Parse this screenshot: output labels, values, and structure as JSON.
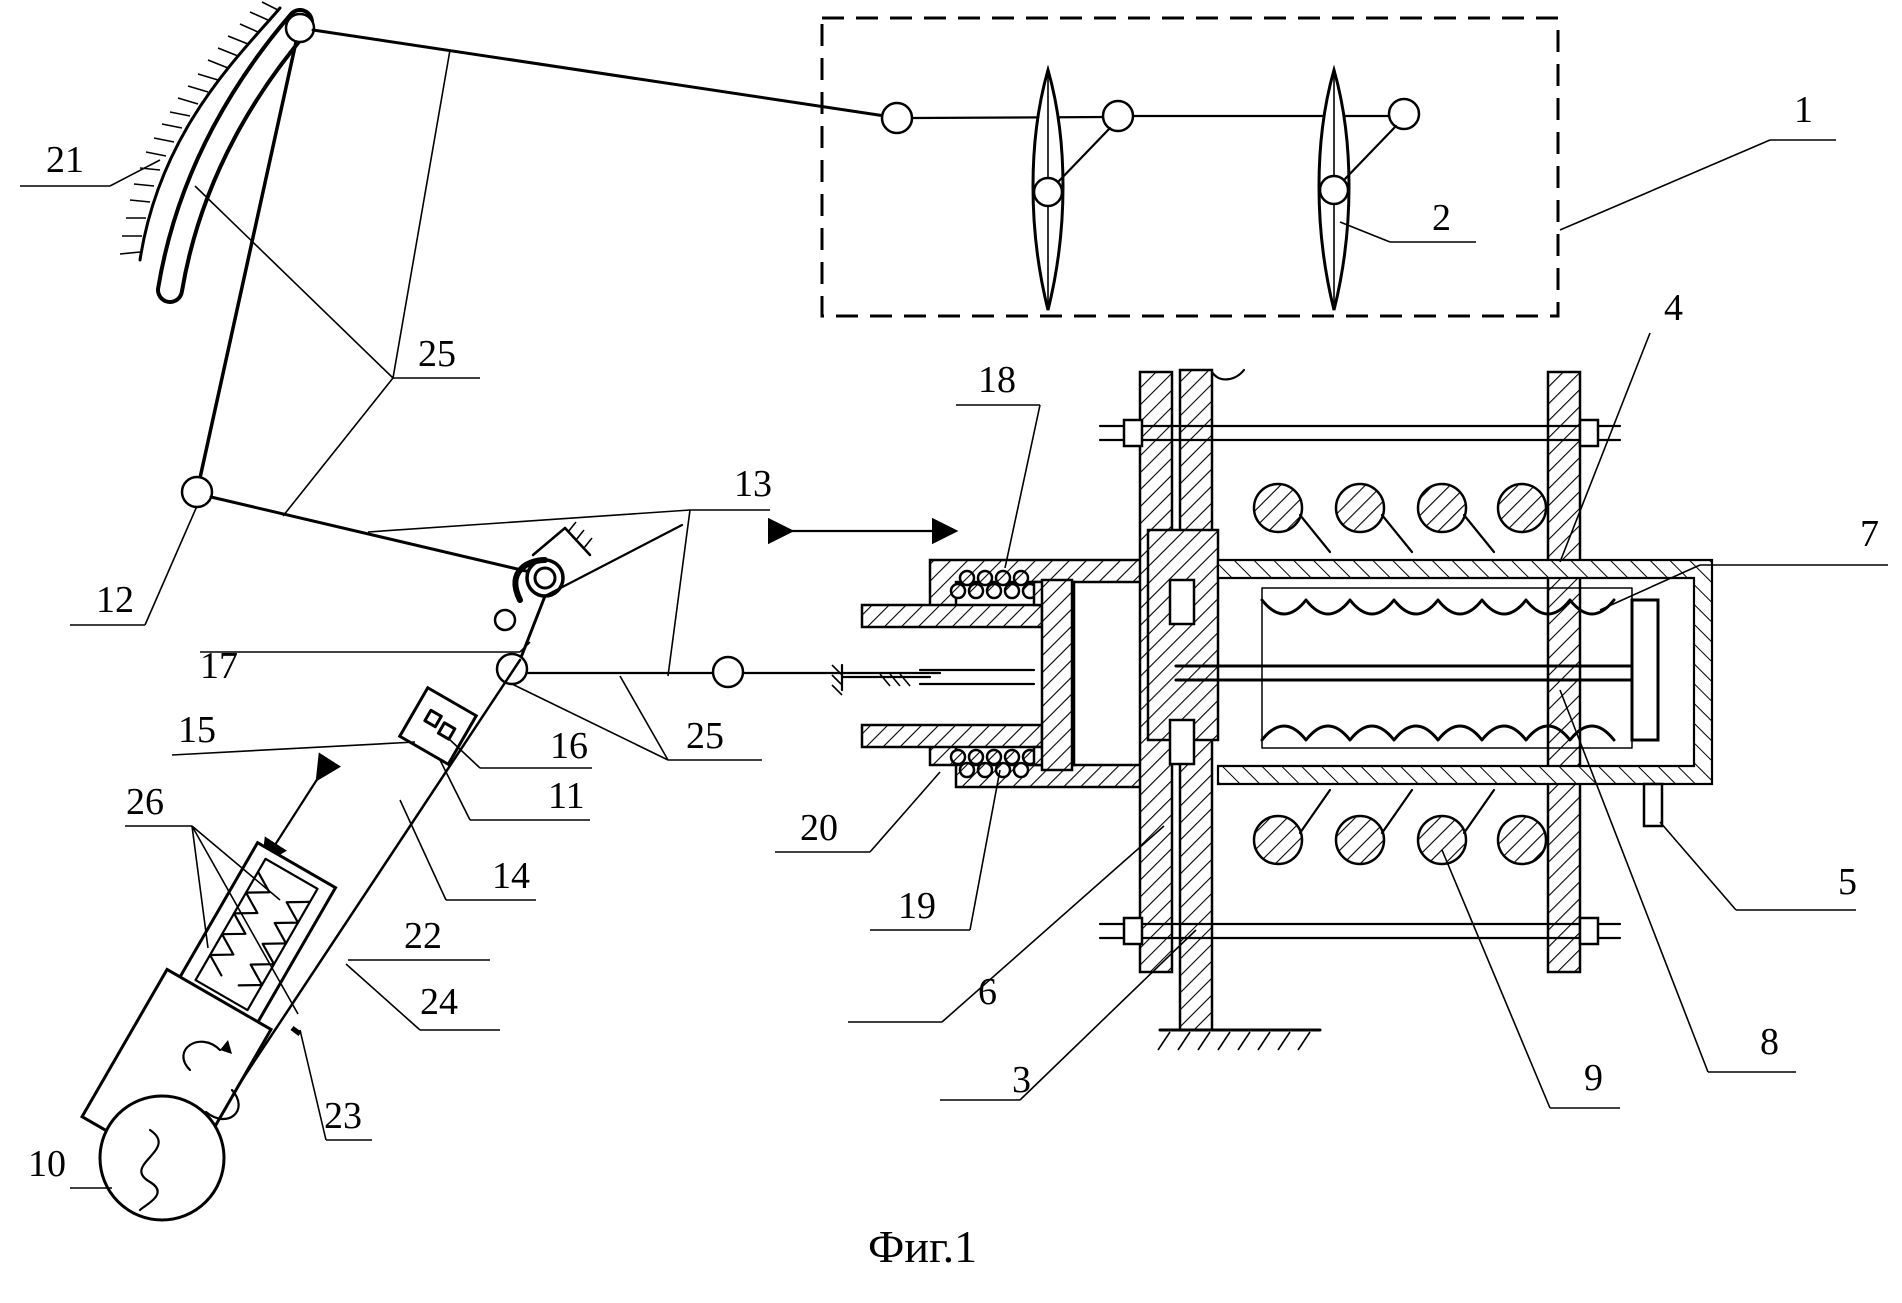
{
  "figure": {
    "caption": "Фиг.1",
    "labels": [
      "1",
      "2",
      "3",
      "4",
      "5",
      "6",
      "7",
      "8",
      "9",
      "10",
      "11",
      "12",
      "13",
      "14",
      "15",
      "16",
      "17",
      "18",
      "19",
      "20",
      "21",
      "22",
      "23",
      "24",
      "25",
      "25",
      "25",
      "26"
    ]
  }
}
